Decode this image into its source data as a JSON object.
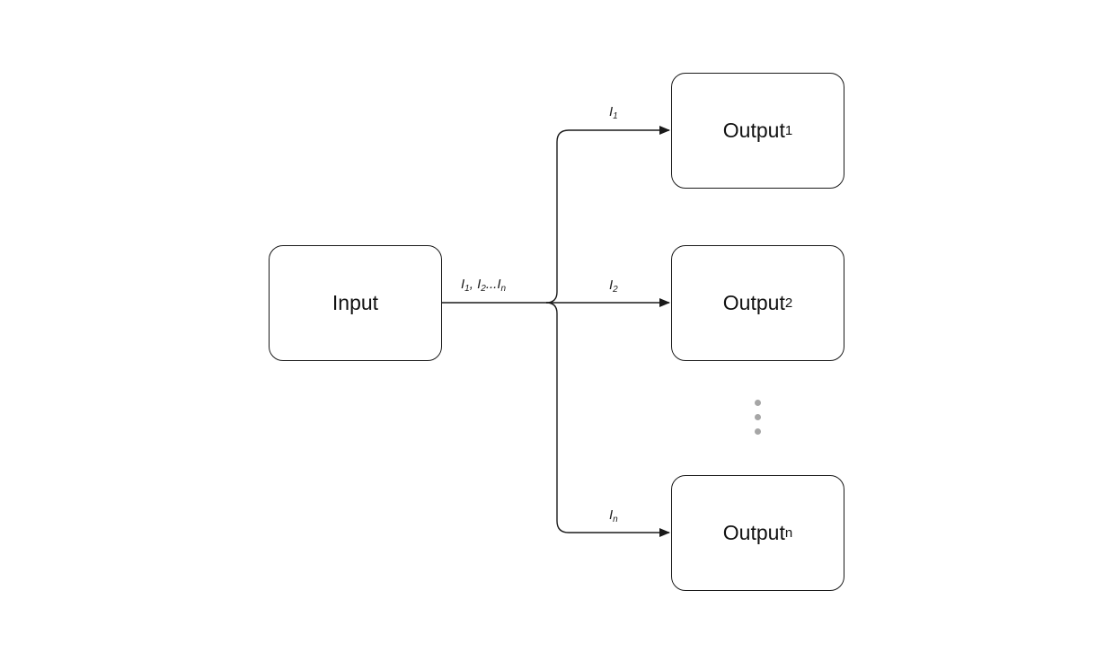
{
  "nodes": {
    "input": {
      "label": "Input"
    },
    "output_1": {
      "label": "Output",
      "sub": "1"
    },
    "output_2": {
      "label": "Output",
      "sub": "2"
    },
    "output_n": {
      "label": "Output",
      "sub": "n"
    }
  },
  "edges": {
    "input_label": {
      "parts": [
        {
          "base": "I",
          "sub": "1"
        },
        {
          "sep": ", "
        },
        {
          "base": "I",
          "sub": "2"
        },
        {
          "sep": "..."
        },
        {
          "base": "I",
          "sub": "n"
        }
      ],
      "p1_base": "I",
      "p1_sub": "1",
      "sep1": ", ",
      "p2_base": "I",
      "p2_sub": "2",
      "sep2": "...",
      "p3_base": "I",
      "p3_sub": "n"
    },
    "out1_label": {
      "base": "I",
      "sub": "1"
    },
    "out2_label": {
      "base": "I",
      "sub": "2"
    },
    "outn_label": {
      "base": "I",
      "sub": "n"
    }
  },
  "colors": {
    "stroke": "#1a1a1a",
    "ellipsis_dots": "#a6a6a6",
    "background": "#ffffff"
  }
}
